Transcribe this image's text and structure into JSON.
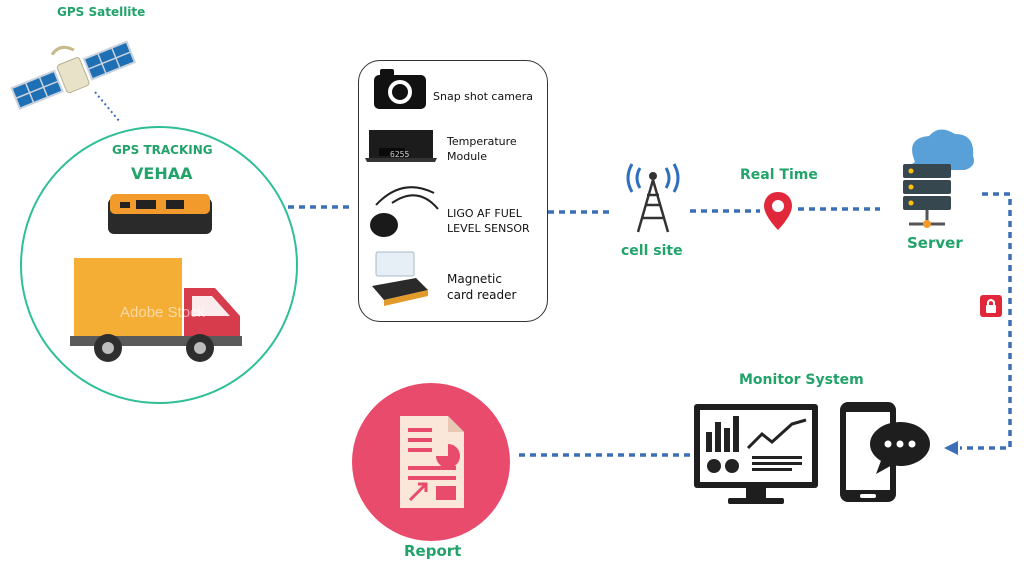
{
  "satellite": {
    "label": "GPS Satellite"
  },
  "tracking": {
    "title": "GPS TRACKING",
    "device": "VEHAA",
    "device_brand": "VEHAA"
  },
  "sensors": [
    {
      "label": "Snap shot camera"
    },
    {
      "label": "Temperature\nModule"
    },
    {
      "label": "LIGO AF FUEL\nLEVEL SENSOR"
    },
    {
      "label": "Magnetic\ncard reader"
    }
  ],
  "temp_display": "6255",
  "cell_site": {
    "label": "cell site"
  },
  "realtime": {
    "label": "Real Time"
  },
  "server": {
    "label": "Server"
  },
  "monitor": {
    "label": "Monitor System"
  },
  "report": {
    "label": "Report"
  },
  "watermark": "Adobe Stock",
  "colors": {
    "green": "#22a36a",
    "teal": "#2fbf97",
    "blue_dash": "#3b6fb6",
    "pink": "#e94b6c",
    "red": "#e0283a"
  }
}
